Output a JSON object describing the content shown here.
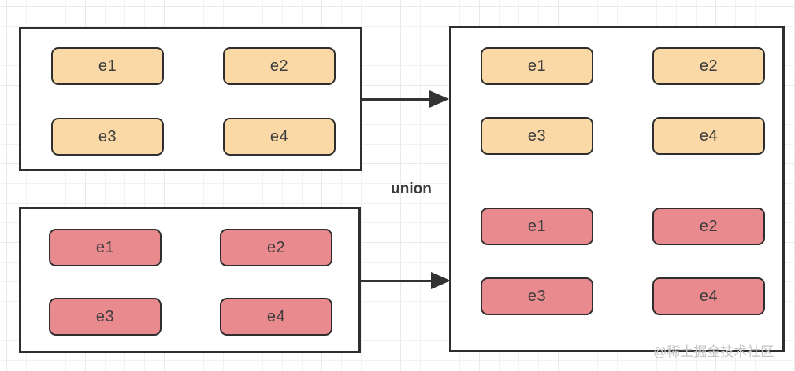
{
  "operation_label": "union",
  "watermark": "@稀土掘金技术社区",
  "colors": {
    "yellow_fill": "#FBD9A6",
    "pink_fill": "#E98A8F",
    "shape_border": "#2E2E2E",
    "arrow": "#333333",
    "grid_line": "#F2F2F2",
    "watermark_text": "#C5C5C5"
  },
  "set_top": {
    "items": [
      "e1",
      "e2",
      "e3",
      "e4"
    ]
  },
  "set_bottom": {
    "items": [
      "e1",
      "e2",
      "e3",
      "e4"
    ]
  },
  "result": {
    "top_items": [
      "e1",
      "e2",
      "e3",
      "e4"
    ],
    "bottom_items": [
      "e1",
      "e2",
      "e3",
      "e4"
    ]
  }
}
